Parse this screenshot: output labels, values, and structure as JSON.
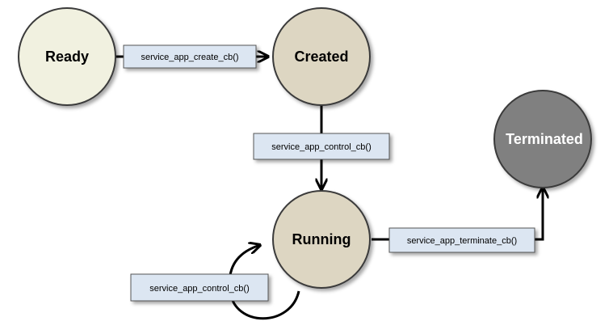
{
  "states": {
    "ready": "Ready",
    "created": "Created",
    "running": "Running",
    "terminated": "Terminated"
  },
  "transitions": {
    "create": "service_app_create_cb()",
    "control": "service_app_control_cb()",
    "control_loop": "service_app_control_cb()",
    "terminate": "service_app_terminate_cb()"
  },
  "colors": {
    "ready_fill": "#f1f1e0",
    "state_fill": "#ddd6c2",
    "terminated_fill": "#808080",
    "label_fill": "#dce6f2"
  }
}
